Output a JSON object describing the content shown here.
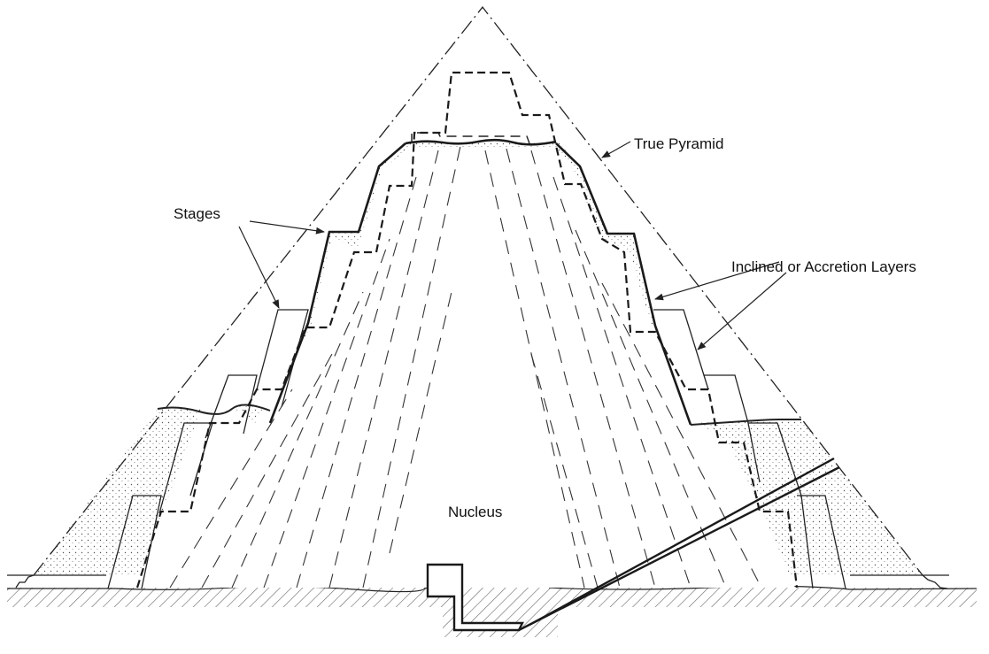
{
  "labels": {
    "true_pyramid": "True Pyramid",
    "stages": "Stages",
    "inclined_layers": "Inclined or Accretion Layers",
    "nucleus": "Nucleus"
  }
}
